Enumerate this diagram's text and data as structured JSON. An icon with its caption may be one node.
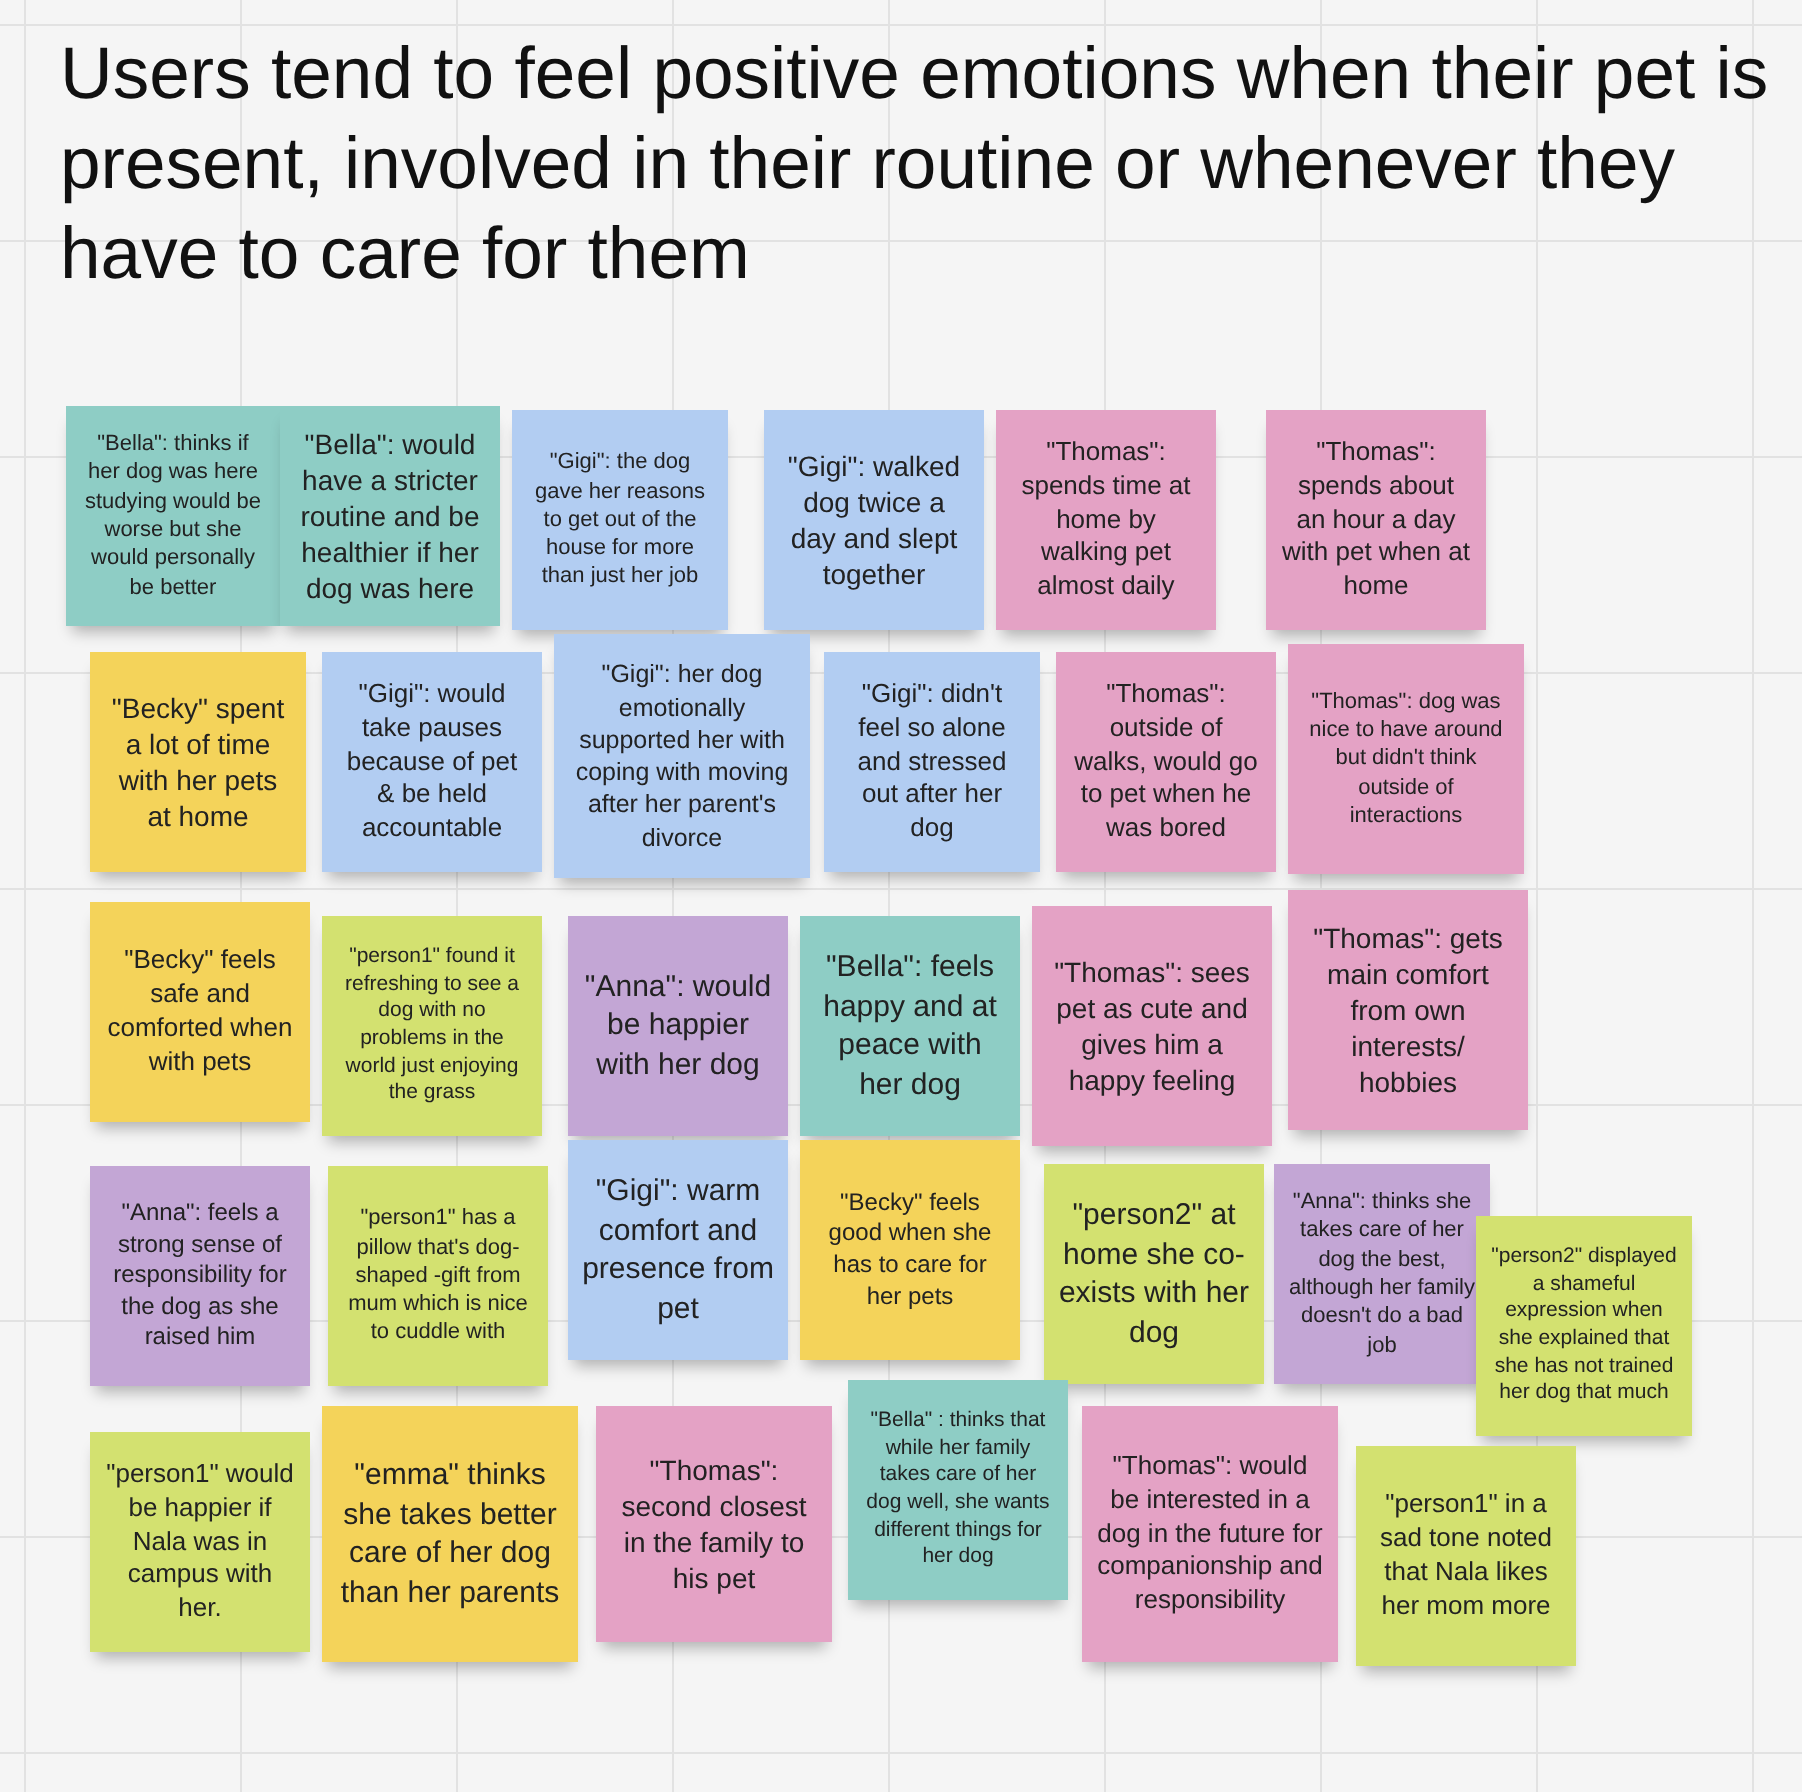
{
  "diagram": {
    "title": "Users tend to feel positive emotions when their pet is present, involved in their routine or whenever they have to care for them",
    "nodes": [
      {
        "text": [
          "\"Bella\":  thinks if her dog was here studying would be worse but she would personally be better"
        ]
      },
      {
        "text": [
          "\"Bella\":  would have a stricter routine and be healthier if her dog was here"
        ]
      },
      {
        "text": [
          "\"Gigi\": the dog gave her reasons to get out of the house for more than just her job"
        ]
      },
      {
        "text": [
          "\"Gigi\": walked dog twice a day and slept together"
        ]
      },
      {
        "text": [
          "\"Thomas\": spends time at home by walking pet almost daily"
        ]
      },
      {
        "text": [
          "\"Thomas\": spends about an hour a day with pet when at home"
        ]
      },
      {
        "text": [
          "\"Becky\" spent a lot of time with her pets at home"
        ]
      },
      {
        "text": [
          "\"Gigi\": would take pauses because of pet & be held accountable"
        ]
      },
      {
        "text": [
          "\"Gigi\": her dog emotionally supported her with coping with moving after her parent's divorce"
        ]
      },
      {
        "text": [
          "\"Gigi\": didn't feel so alone and stressed out after her dog"
        ]
      },
      {
        "text": [
          "\"Thomas\": outside of walks, would go to pet when he was bored"
        ]
      },
      {
        "text": [
          "\"Thomas\": dog was nice to have around but didn't think outside of interactions"
        ]
      },
      {
        "text": [
          "\"Becky\" feels safe and comforted when with pets"
        ]
      },
      {
        "text": [
          "\"person1\" found it refreshing to see a dog with no problems in the world just enjoying the grass"
        ]
      },
      {
        "text": [
          "\"Anna\": would be happier with her dog"
        ]
      },
      {
        "text": [
          "\"Bella\": feels happy and at peace with her dog"
        ]
      },
      {
        "text": [
          "\"Thomas\": sees pet as cute and gives him a happy feeling"
        ]
      },
      {
        "text": [
          "\"Thomas\": gets main comfort from own interests/ hobbies"
        ]
      },
      {
        "text": [
          "\"Anna\": feels a strong sense of responsibility for the dog as she raised him"
        ]
      },
      {
        "text": [
          "\"person1\" has a pillow that's dog-shaped -gift from mum which is nice to cuddle with"
        ]
      },
      {
        "text": [
          "\"Gigi\": warm comfort and presence from pet"
        ]
      },
      {
        "text": [
          "\"Becky\" feels good when she has to care for her pets"
        ]
      },
      {
        "text": [
          "\"person2\" at home she co-exists with her dog"
        ]
      },
      {
        "text": [
          "\"Anna\": thinks she takes care of her dog the best, although her family doesn't do a bad job"
        ]
      },
      {
        "text": [
          "\"person2\" displayed a shameful expression when she explained that she has not trained her dog that much"
        ]
      },
      {
        "text": [
          "\"person1\" would be happier if Nala was in campus with her."
        ]
      },
      {
        "text": [
          "\"emma\" thinks she takes better care of her dog than her parents"
        ]
      },
      {
        "text": [
          "\"Thomas\": second closest in the family to his pet"
        ]
      },
      {
        "text": [
          "\"Bella\" : thinks that while her family takes care of her dog well, she wants different things for her dog"
        ]
      },
      {
        "text": [
          "\"Thomas\": would be interested in a dog in the future for companionship and responsibility"
        ]
      },
      {
        "text": [
          "\"person1\" in a sad tone noted that Nala likes her mom more"
        ]
      }
    ]
  }
}
